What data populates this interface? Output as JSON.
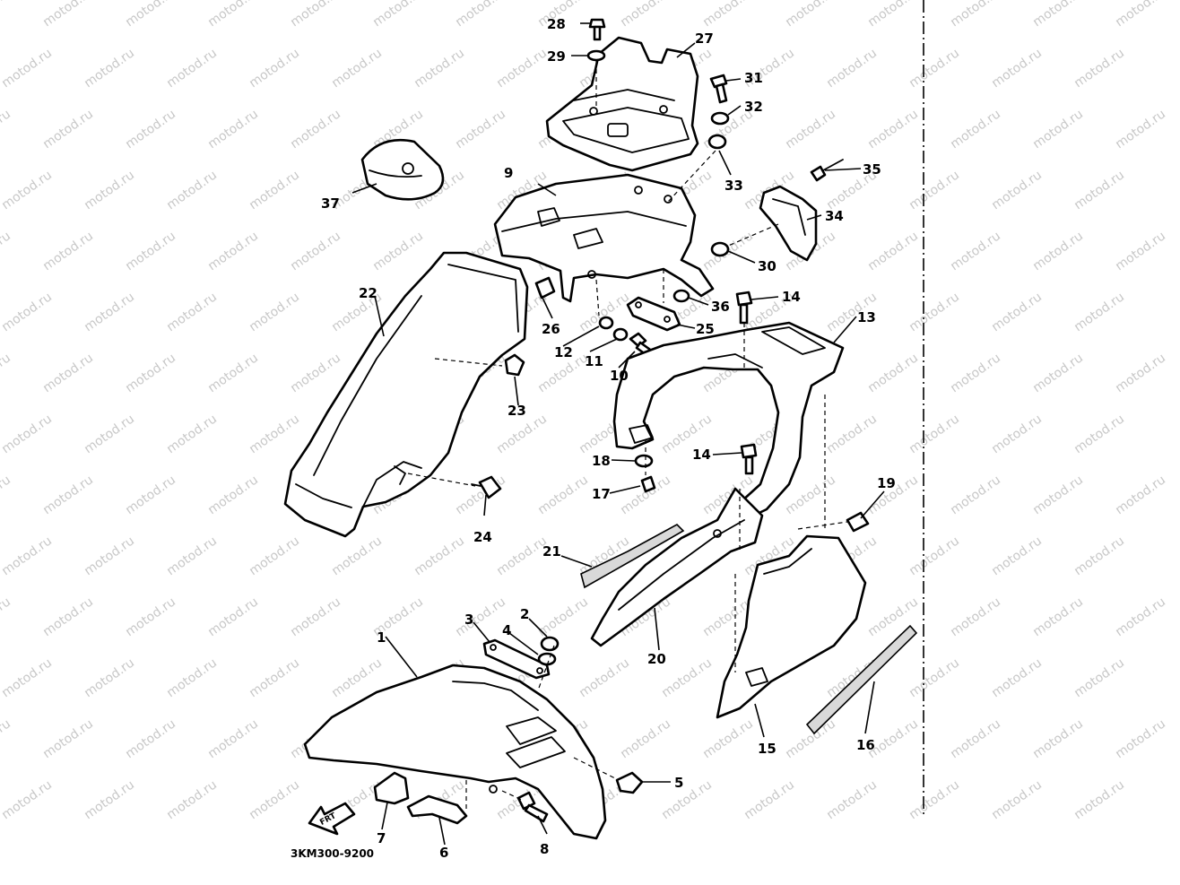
{
  "watermark": {
    "text": "motod.ru"
  },
  "diagram_code": "3KM300-9200",
  "front_arrow_label": "FRT",
  "callouts": {
    "c1": "1",
    "c2": "2",
    "c3": "3",
    "c4": "4",
    "c5": "5",
    "c6": "6",
    "c7": "7",
    "c8": "8",
    "c9": "9",
    "c10": "10",
    "c11": "11",
    "c12": "12",
    "c13": "13",
    "c14a": "14",
    "c14b": "14",
    "c15": "15",
    "c16": "16",
    "c17": "17",
    "c18": "18",
    "c19": "19",
    "c20": "20",
    "c21": "21",
    "c22": "22",
    "c23": "23",
    "c24": "24",
    "c25": "25",
    "c26": "26",
    "c27": "27",
    "c28": "28",
    "c29": "29",
    "c30": "30",
    "c31": "31",
    "c32": "32",
    "c33": "33",
    "c34": "34",
    "c35": "35",
    "c36": "36",
    "c37": "37"
  }
}
